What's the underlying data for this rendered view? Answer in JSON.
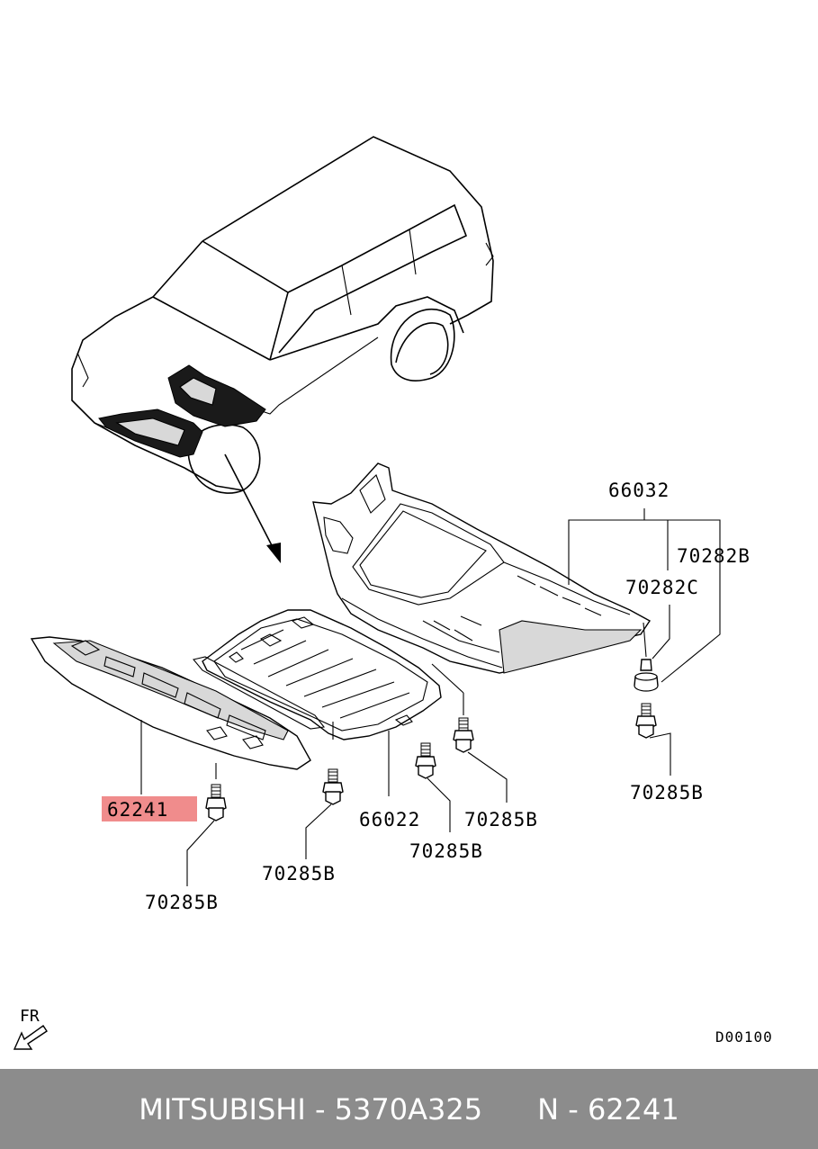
{
  "callouts": {
    "top_right_group": "66032",
    "clip_upper": "70282B",
    "clip_lower": "70282C",
    "bolt_right": "70285B",
    "bolt_center_right": "70285B",
    "bolt_center": "70285B",
    "bolt_center_left": "70285B",
    "bolt_left": "70285B",
    "center_panel": "66022",
    "front_panel": "62241"
  },
  "highlight_color": "#f08c8c",
  "orientation_label": "FR",
  "drawing_code": "D00100",
  "footer": {
    "brand": "MITSUBISHI",
    "separator": "-",
    "part_number": "5370A325",
    "ref_prefix": "N -",
    "ref_number": "62241"
  },
  "footer_color": "#8c8c8c"
}
